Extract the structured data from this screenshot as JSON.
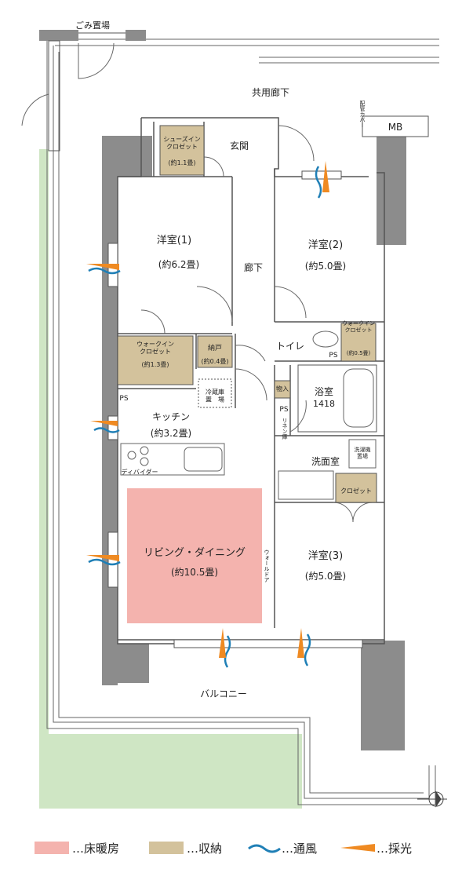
{
  "labels": {
    "garbage": "ごみ置場",
    "corridor": "共用廊下",
    "pipe_cover": "配管カバー",
    "mb": "MB",
    "shoes_closet": "シューズイン\nクロゼット",
    "shoes_closet_size": "(約1.1畳)",
    "entrance": "玄関",
    "room1": "洋室(1)",
    "room1_size": "(約6.2畳)",
    "room2": "洋室(2)",
    "room2_size": "(約5.0畳)",
    "hallway": "廊下",
    "walkin1": "ウォークイン\nクロゼット",
    "walkin1_size": "(約1.3畳)",
    "storage": "納戸",
    "storage_size": "(約0.4畳)",
    "toilet": "トイレ",
    "walkin2": "ウォークイン\nクロゼット",
    "walkin2_size": "(約0.5畳)",
    "ps": "PS",
    "fridge": "冷蔵庫\n置　場",
    "cabinet": "物入",
    "bath": "浴室",
    "bath_size": "1418",
    "linen": "リネン庫",
    "kitchen": "キッチン",
    "kitchen_size": "(約3.2畳)",
    "washer": "洗濯機\n置場",
    "washroom": "洗面室",
    "divider": "ディバイダー",
    "closet": "クロゼット",
    "living": "リビング・ダイニング",
    "living_size": "(約10.5畳)",
    "wall_door": "ウォールドア",
    "room3": "洋室(3)",
    "room3_size": "(約5.0畳)",
    "balcony": "バルコニー"
  },
  "legend": [
    {
      "label": "…床暖房",
      "kind": "swatch",
      "color": "#f4b3ae"
    },
    {
      "label": "…収納",
      "kind": "swatch",
      "color": "#d3c29c"
    },
    {
      "label": "…通風",
      "kind": "wave",
      "color": "#1f7fb6"
    },
    {
      "label": "…採光",
      "kind": "light",
      "color": "#ef8a22"
    }
  ],
  "colors": {
    "wall": "#8c8c8c",
    "floor_heating": "#f4b3ae",
    "storage": "#d3c29c",
    "garden": "#cfe6c4",
    "ventilation": "#1f7fb6",
    "daylight": "#ef8a22"
  }
}
